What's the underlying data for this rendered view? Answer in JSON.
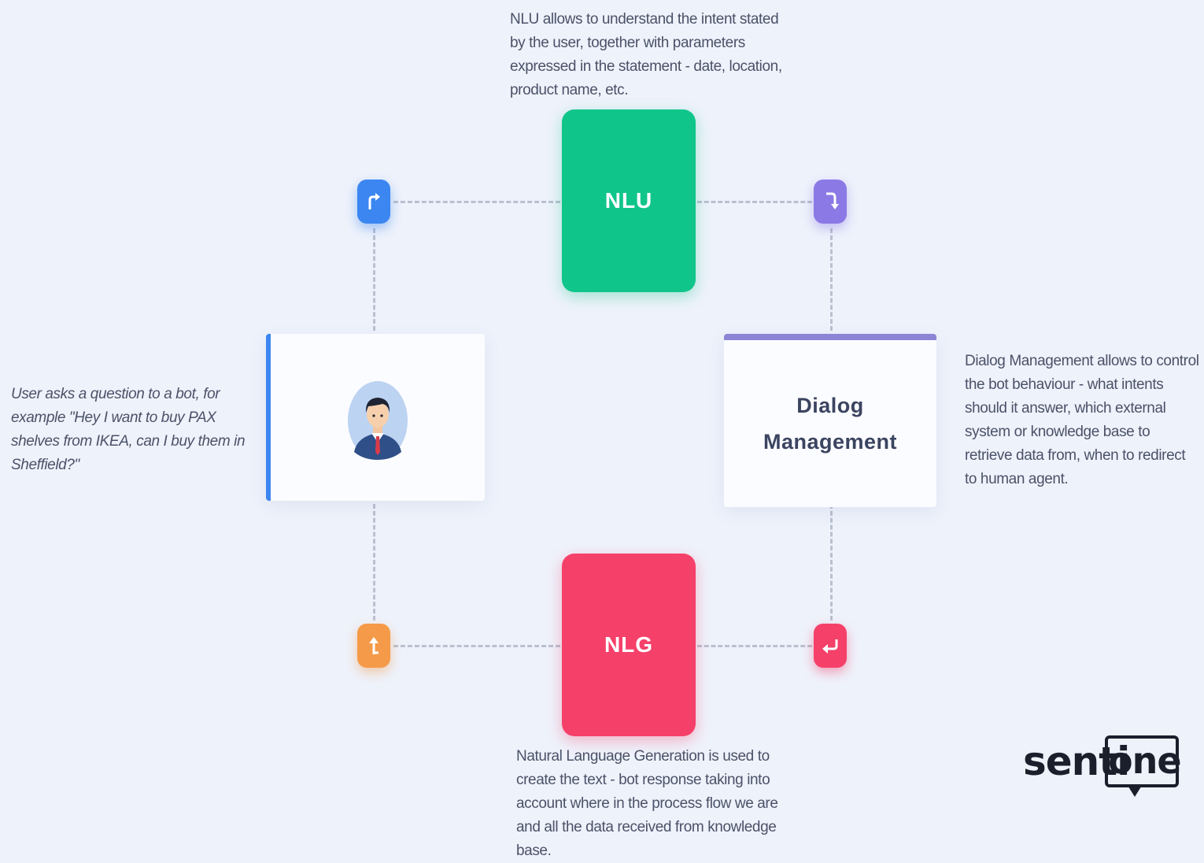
{
  "descriptions": {
    "nlu": "NLU allows to understand the intent stated by the user, together with parameters expressed in the statement - date, location, product name, etc.",
    "user": "User asks a question to a bot, for example \"Hey I want to buy PAX shelves from IKEA, can I buy them in Sheffield?\"",
    "dialog": "Dialog Management allows to control the bot behaviour - what intents should it answer, which external system or knowledge base to retrieve data from, when to redirect to human agent.",
    "nlg": "Natural Language Generation is used to create the text - bot response taking into account where in the process flow we are and all the data received from knowledge base."
  },
  "boxes": {
    "nlu": "NLU",
    "nlg": "NLG",
    "dialog_line1": "Dialog",
    "dialog_line2": "Management"
  },
  "nodes": {
    "blue_icon": "turn-right-arrow-icon",
    "purple_icon": "down-arrow-icon",
    "orange_icon": "up-arrow-icon",
    "pink_icon": "return-arrow-icon"
  },
  "colors": {
    "nlu": "#10c58a",
    "nlg": "#f5406a",
    "user_accent": "#3b86f0",
    "dialog_accent": "#8c85d6",
    "orange": "#f59a48"
  },
  "logo": {
    "text_left": "senti",
    "text_boxed": "one"
  }
}
